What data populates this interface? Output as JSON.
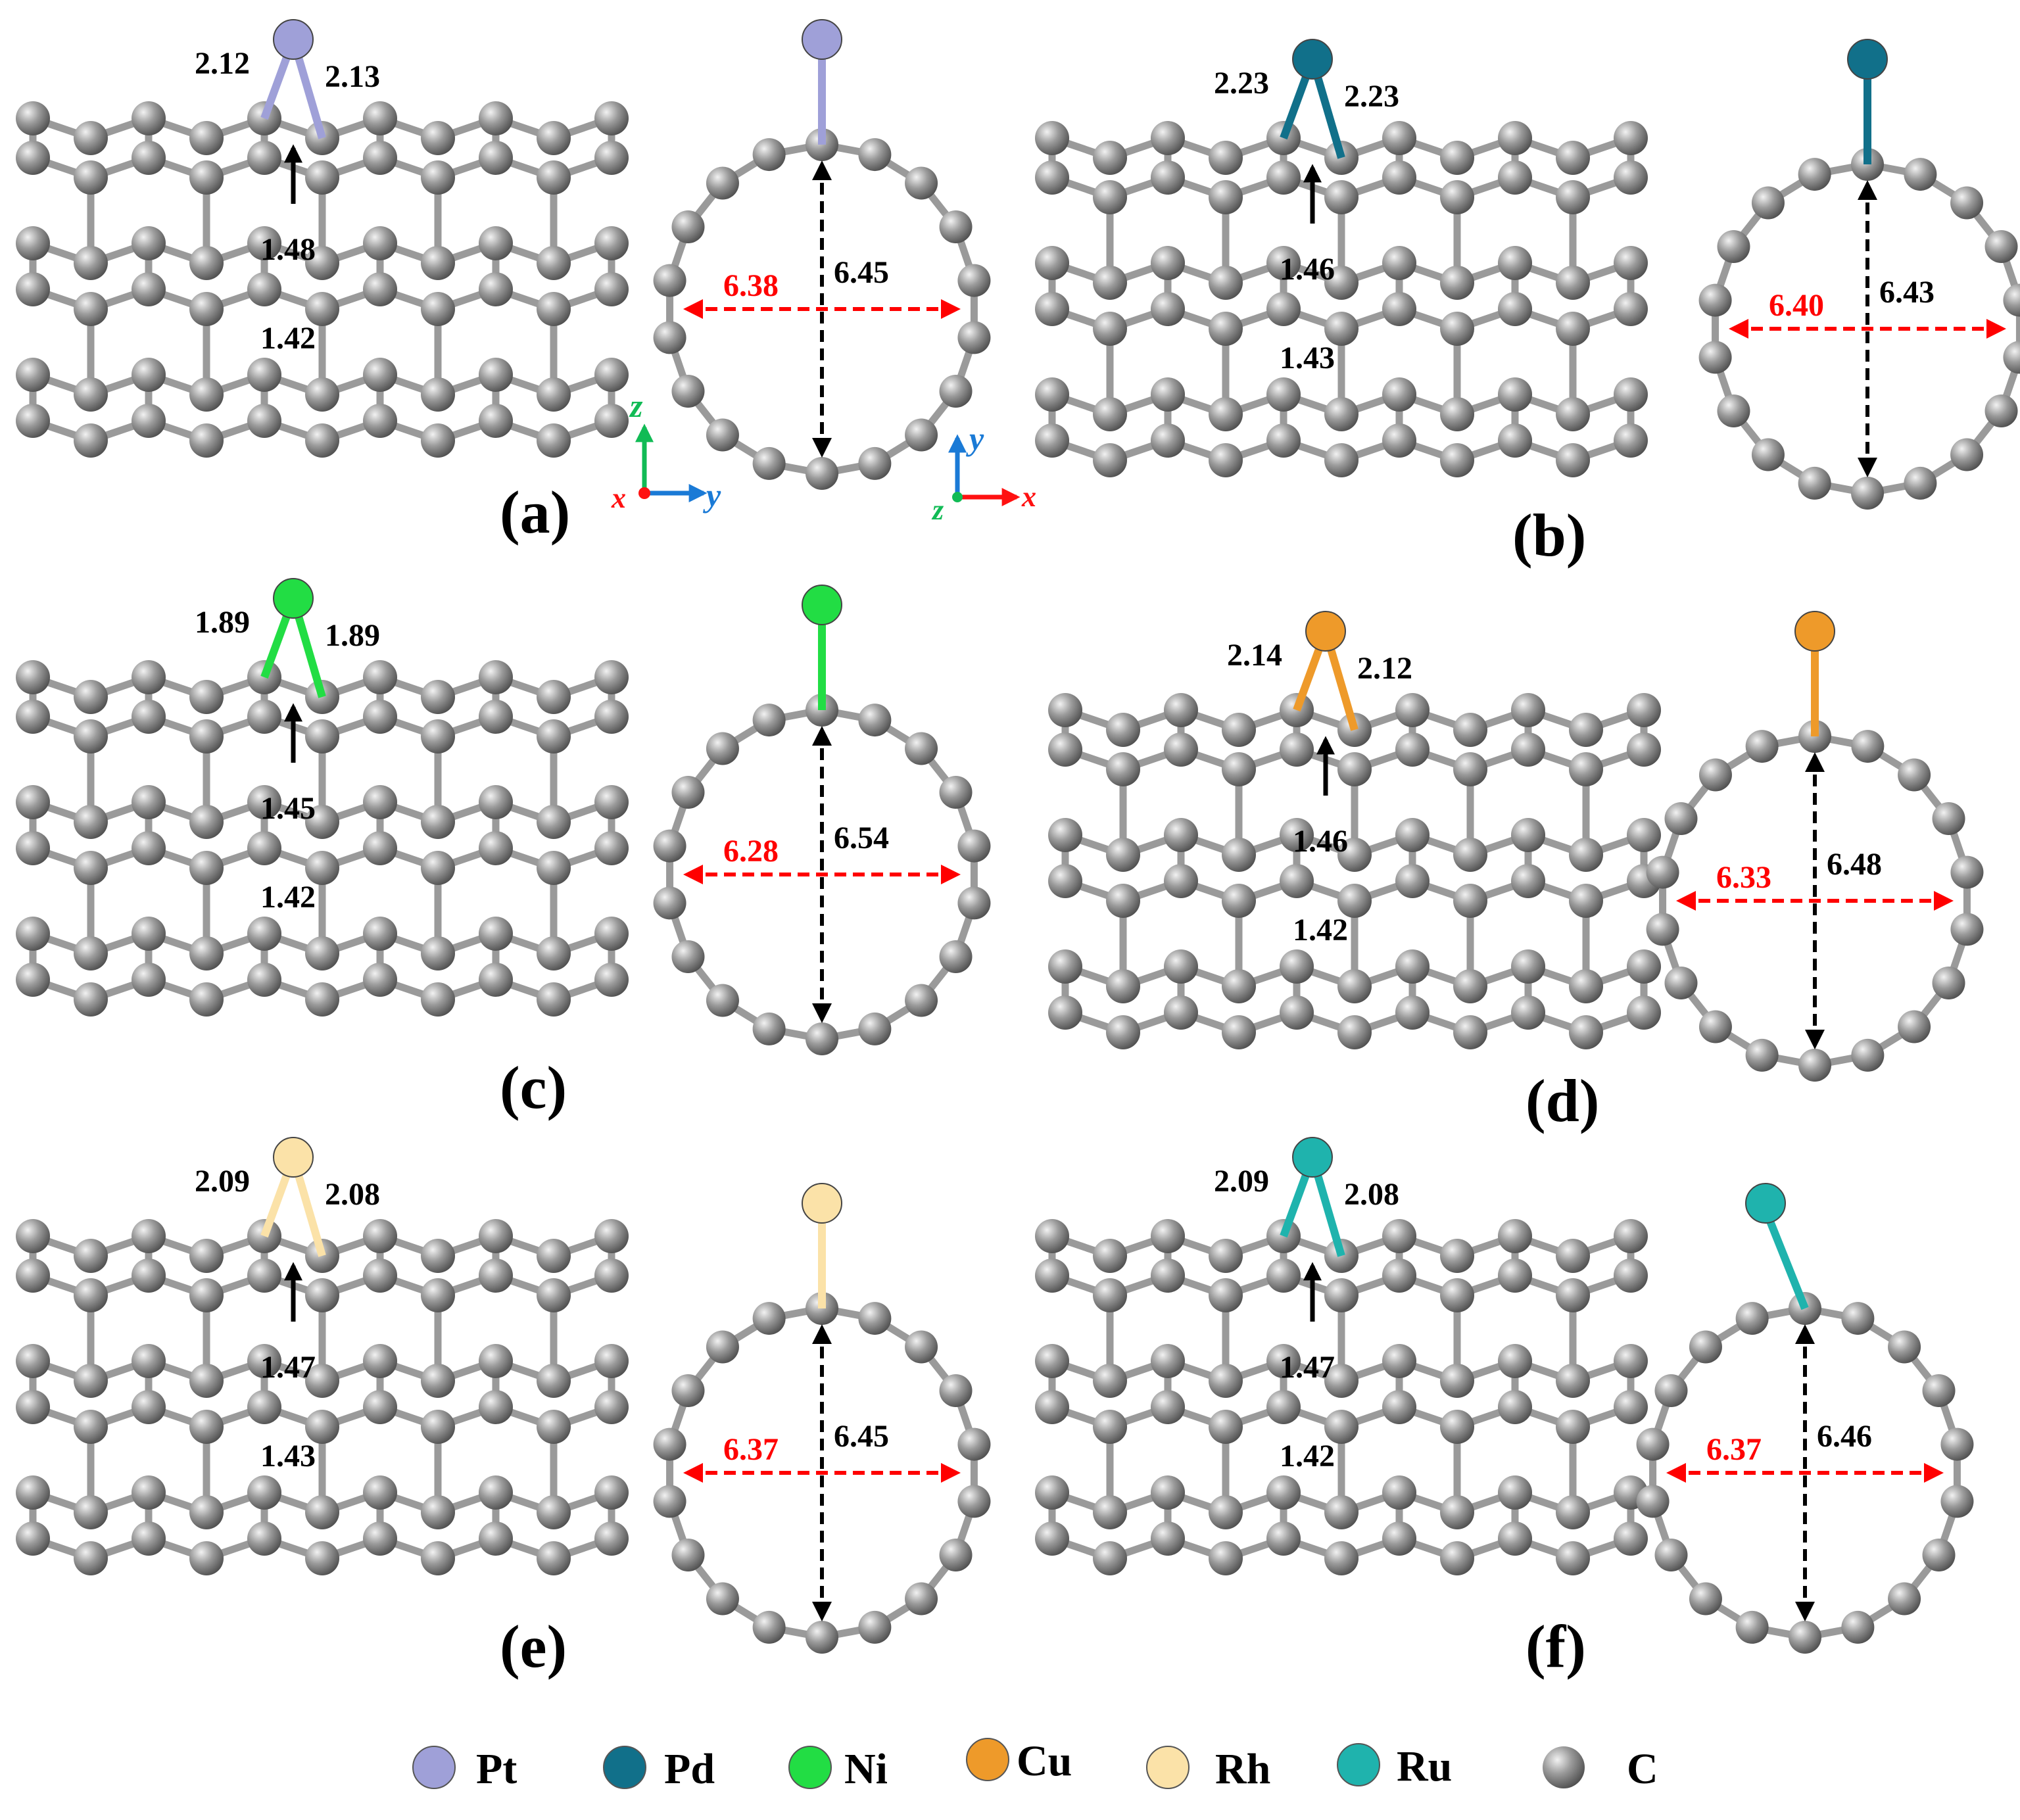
{
  "panels": [
    {
      "label": "(a)",
      "metal": "Pt",
      "color": "#9fa0d8",
      "left": "2.12",
      "right": "2.13",
      "arrow": "1.48",
      "bond": "1.42",
      "horiz": "6.38",
      "vert": "6.45"
    },
    {
      "label": "(b)",
      "metal": "Pd",
      "color": "#11708a",
      "left": "2.23",
      "right": "2.23",
      "arrow": "1.46",
      "bond": "1.43",
      "horiz": "6.40",
      "vert": "6.43"
    },
    {
      "label": "(c)",
      "metal": "Ni",
      "color": "#22dd44",
      "left": "1.89",
      "right": "1.89",
      "arrow": "1.45",
      "bond": "1.42",
      "horiz": "6.28",
      "vert": "6.54"
    },
    {
      "label": "(d)",
      "metal": "Cu",
      "color": "#ee9a2a",
      "left": "2.14",
      "right": "2.12",
      "arrow": "1.46",
      "bond": "1.42",
      "horiz": "6.33",
      "vert": "6.48"
    },
    {
      "label": "(e)",
      "metal": "Rh",
      "color": "#fbe2a8",
      "left": "2.09",
      "right": "2.08",
      "arrow": "1.47",
      "bond": "1.43",
      "horiz": "6.37",
      "vert": "6.45"
    },
    {
      "label": "(f)",
      "metal": "Ru",
      "color": "#1fb3ad",
      "left": "2.09",
      "right": "2.08",
      "arrow": "1.47",
      "bond": "1.42",
      "horiz": "6.37",
      "vert": "6.46"
    }
  ],
  "axes_left": {
    "x": "x",
    "y": "y",
    "z": "z"
  },
  "axes_right": {
    "x": "x",
    "y": "y",
    "z": "z"
  },
  "legend": [
    {
      "symbol": "Pt",
      "color": "#9fa0d8"
    },
    {
      "symbol": "Pd",
      "color": "#11708a"
    },
    {
      "symbol": "Ni",
      "color": "#22dd44"
    },
    {
      "symbol": "Cu",
      "color": "#ee9a2a"
    },
    {
      "symbol": "Rh",
      "color": "#fbe2a8"
    },
    {
      "symbol": "Ru",
      "color": "#1fb3ad"
    },
    {
      "symbol": "C",
      "color": "#9a9a9a"
    }
  ]
}
